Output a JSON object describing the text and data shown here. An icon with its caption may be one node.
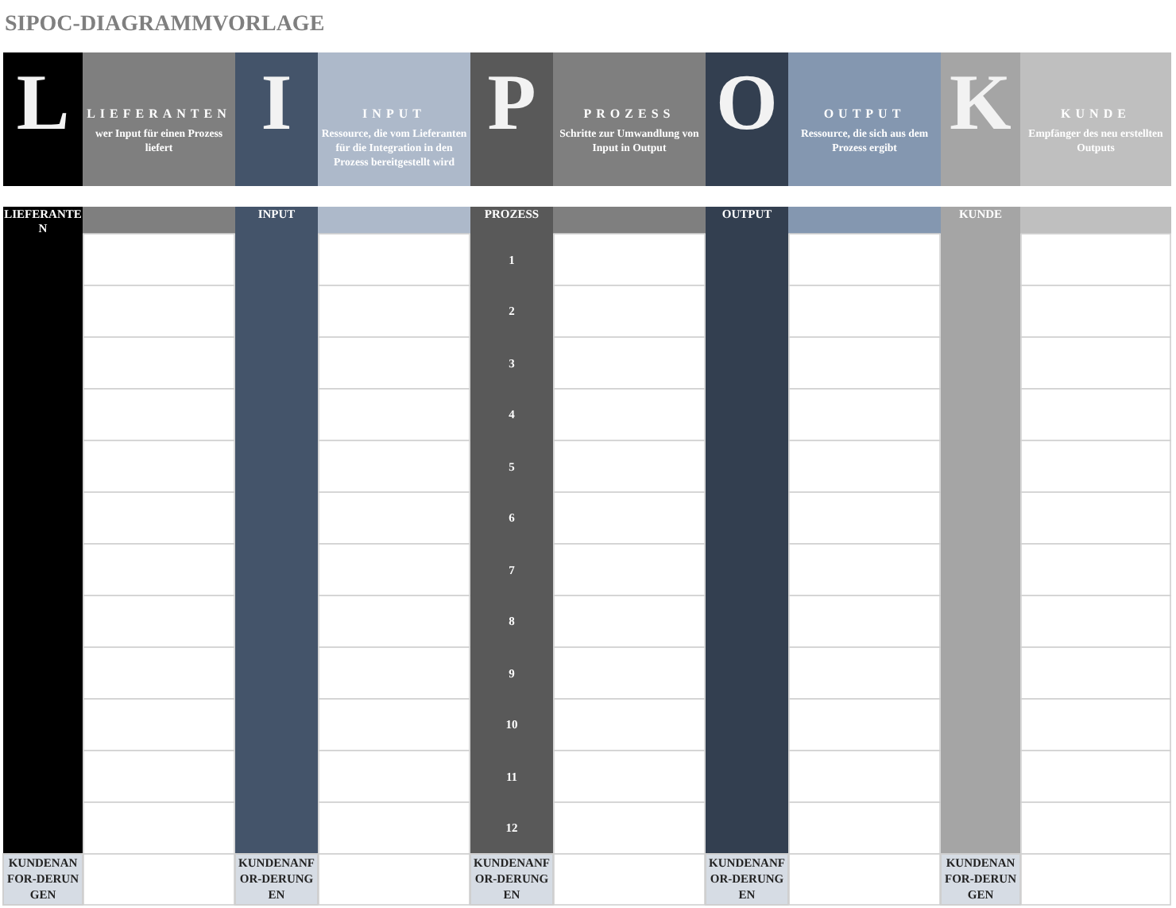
{
  "diagram": {
    "title": "SIPOC-DIAGRAMMVORLAGE",
    "nodes": [
      {
        "text": [
          "L"
        ]
      },
      {
        "text": [
          "LIEFERANTEN",
          "wer Input für einen Prozess liefert"
        ]
      },
      {
        "text": [
          "I"
        ]
      },
      {
        "text": [
          "INPUT",
          "Ressource, die vom Lieferanten für die Integration in den Prozess bereitgestellt wird"
        ]
      },
      {
        "text": [
          "P"
        ]
      },
      {
        "text": [
          "PROZESS",
          "Schritte zur Umwandlung von Input in Output"
        ]
      },
      {
        "text": [
          "O"
        ]
      },
      {
        "text": [
          "OUTPUT",
          "Ressource, die sich aus dem Prozess ergibt"
        ]
      },
      {
        "text": [
          "K"
        ]
      },
      {
        "text": [
          "KUNDE",
          "Empfänger des neu erstellten Outputs"
        ]
      }
    ],
    "labels": [
      "LIEFERANTEN",
      "INPUT",
      "PROZESS",
      "OUTPUT",
      "KUNDE",
      "1",
      "2",
      "3",
      "4",
      "5",
      "6",
      "7",
      "8",
      "9",
      "10",
      "11",
      "12",
      "KUNDENANFOR-DERUNGEN",
      "KUNDENANFOR-DERUNGEN",
      "KUNDENANFOR-DERUNGEN",
      "KUNDENANFOR-DERUNGEN",
      "KUNDENANFOR-DERUNGEN"
    ]
  }
}
